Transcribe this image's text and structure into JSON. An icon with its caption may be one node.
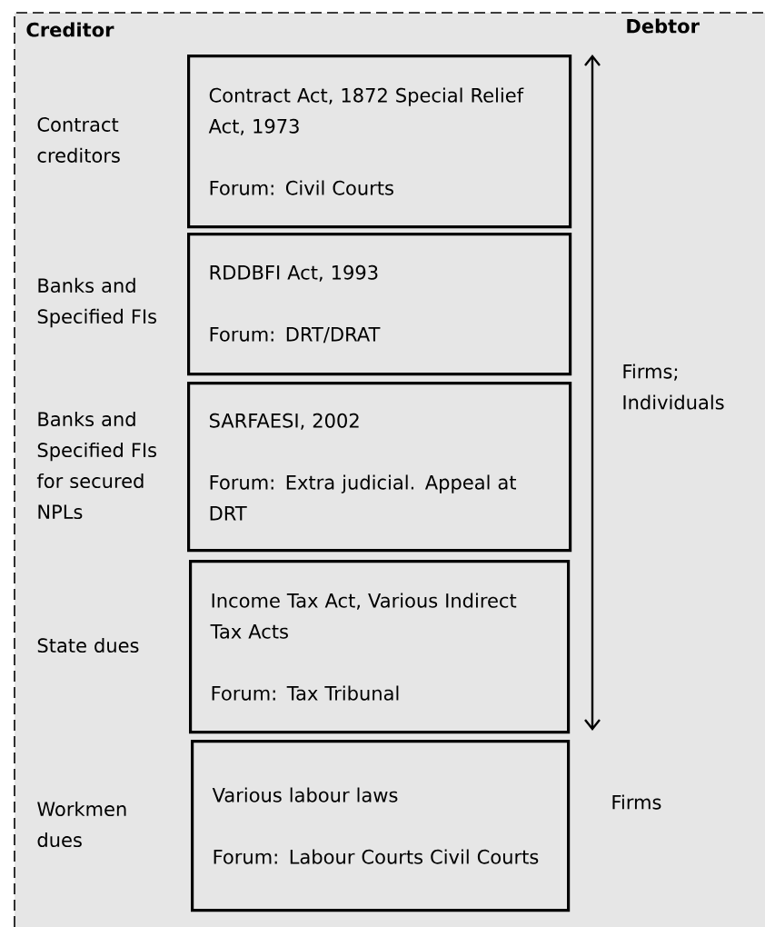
{
  "diagram": {
    "nodes": [
      {
        "text": [
          "Contract Act, 1872 Special Relief Act, 1973",
          "Forum: Civil Courts"
        ],
        "beside": [
          "Contract creditors"
        ]
      },
      {
        "text": [
          "RDDBFI Act, 1993",
          "Forum: DRT/DRAT"
        ],
        "beside": [
          "Banks and Specified FIs"
        ]
      },
      {
        "text": [
          "SARFAESI, 2002",
          "Forum: Extra judicial. Appeal at DRT"
        ],
        "beside": [
          "Banks and Specified FIs for secured NPLs"
        ]
      },
      {
        "text": [
          "Income Tax Act, Various Indirect Tax Acts",
          "Forum: Tax Tribunal"
        ],
        "beside": [
          "State dues"
        ]
      },
      {
        "text": [
          "Various labour laws",
          "Forum: Labour Courts Civil Courts"
        ],
        "beside": [
          "Workmen dues"
        ]
      }
    ],
    "labels": [
      "Creditor",
      "Debtor",
      "Firms; Individuals",
      "Firms"
    ]
  }
}
